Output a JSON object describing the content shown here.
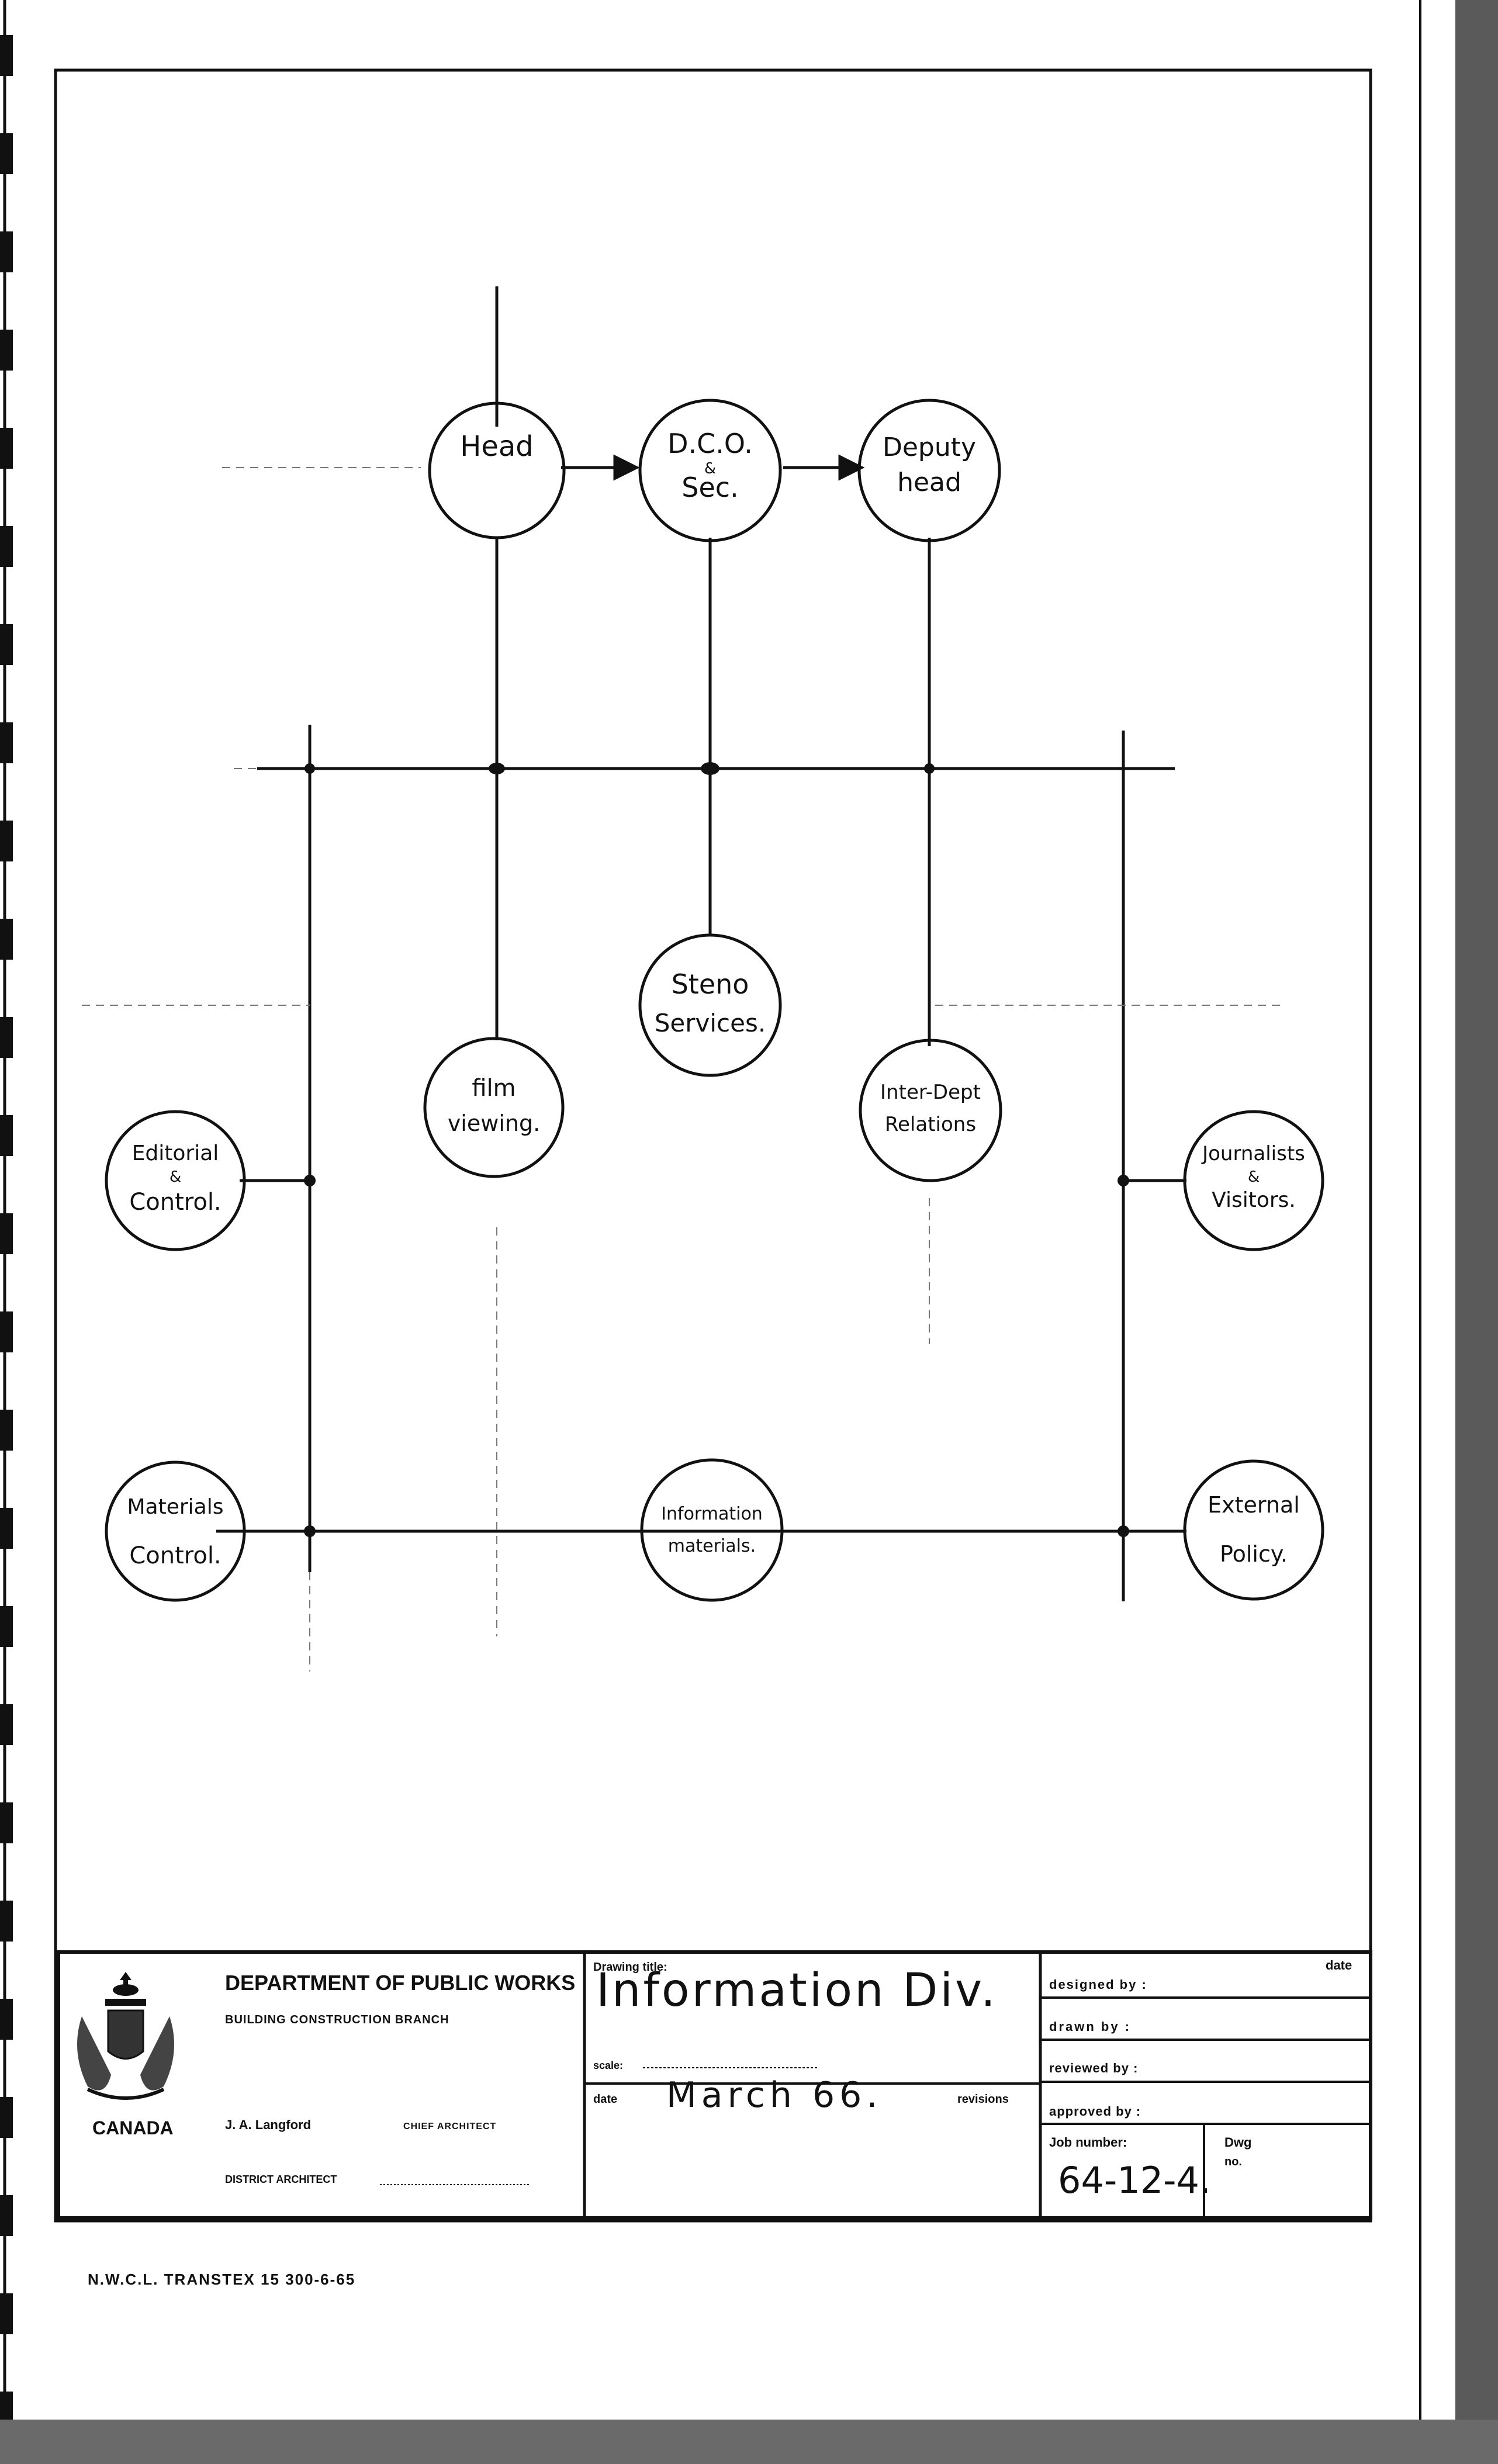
{
  "diagram": {
    "nodes": [
      {
        "id": "head",
        "lines": [
          "Head"
        ]
      },
      {
        "id": "dco",
        "lines": [
          "D.C.O.",
          "&",
          "Sec."
        ]
      },
      {
        "id": "deputy",
        "lines": [
          "Deputy",
          "head"
        ]
      },
      {
        "id": "steno",
        "lines": [
          "Steno",
          "Services."
        ]
      },
      {
        "id": "film",
        "lines": [
          "film",
          "viewing."
        ]
      },
      {
        "id": "interdept",
        "lines": [
          "Inter-Dept",
          "Relations"
        ]
      },
      {
        "id": "editorial",
        "lines": [
          "Editorial",
          "&",
          "Control."
        ]
      },
      {
        "id": "journalists",
        "lines": [
          "Journalists",
          "&",
          "Visitors."
        ]
      },
      {
        "id": "materials",
        "lines": [
          "Materials",
          "Control."
        ]
      },
      {
        "id": "information",
        "lines": [
          "Information",
          "materials."
        ]
      },
      {
        "id": "external",
        "lines": [
          "External",
          "Policy."
        ]
      }
    ]
  },
  "title_block": {
    "country": "CANADA",
    "department": "DEPARTMENT OF PUBLIC WORKS",
    "branch": "BUILDING CONSTRUCTION BRANCH",
    "chief_architect_name": "J. A. Langford",
    "chief_architect_label": "CHIEF ARCHITECT",
    "district_architect_label": "DISTRICT ARCHITECT",
    "drawing_title_label": "Drawing title:",
    "drawing_title": "Information Div.",
    "scale_label": "scale:",
    "date_label": "date",
    "date_value": "March 66.",
    "revisions_label": "revisions",
    "designed_by_label": "designed by :",
    "date_col_label": "date",
    "drawn_by_label": "drawn by :",
    "reviewed_by_label": "reviewed by :",
    "approved_by_label": "approved by :",
    "job_number_label": "Job number:",
    "job_number": "64-12-4.",
    "dwg_label": "Dwg",
    "no_label": "no."
  },
  "footer": {
    "print_code": "N.W.C.L. TRANSTEX 15 300-6-65"
  }
}
